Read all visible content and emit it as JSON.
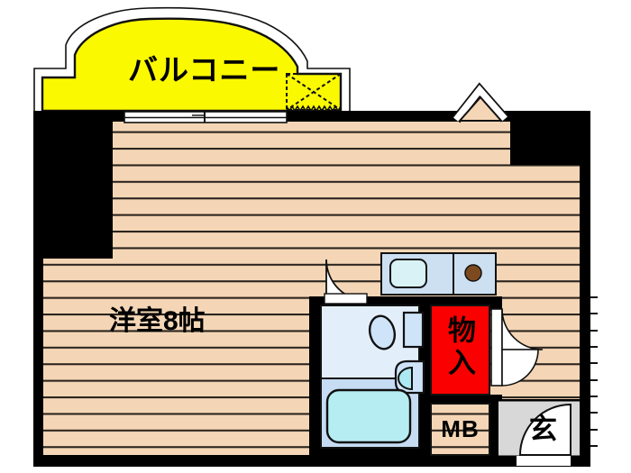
{
  "labels": {
    "balcony": "バルコニー",
    "room": "洋室8帖",
    "storage": "物入",
    "meter_box": "MB",
    "entrance": "玄"
  },
  "colors": {
    "wall": "#000000",
    "floor": "#f4d6b6",
    "stripe": "#2b241e",
    "balcony": "#fbf900",
    "storage": "#fb0000",
    "entrance": "#d8d8d8",
    "counter": "#cde0f2",
    "sink": "#d8f2f6",
    "burner": "#7d4a1f",
    "bath_upper": "#e2eefa",
    "bath_lower": "#c5dcf2",
    "fixture": "#cfe4f8",
    "bathtub": "#b5edf2",
    "basin_bowl": "#ace9f2",
    "door": "#ffffff"
  }
}
